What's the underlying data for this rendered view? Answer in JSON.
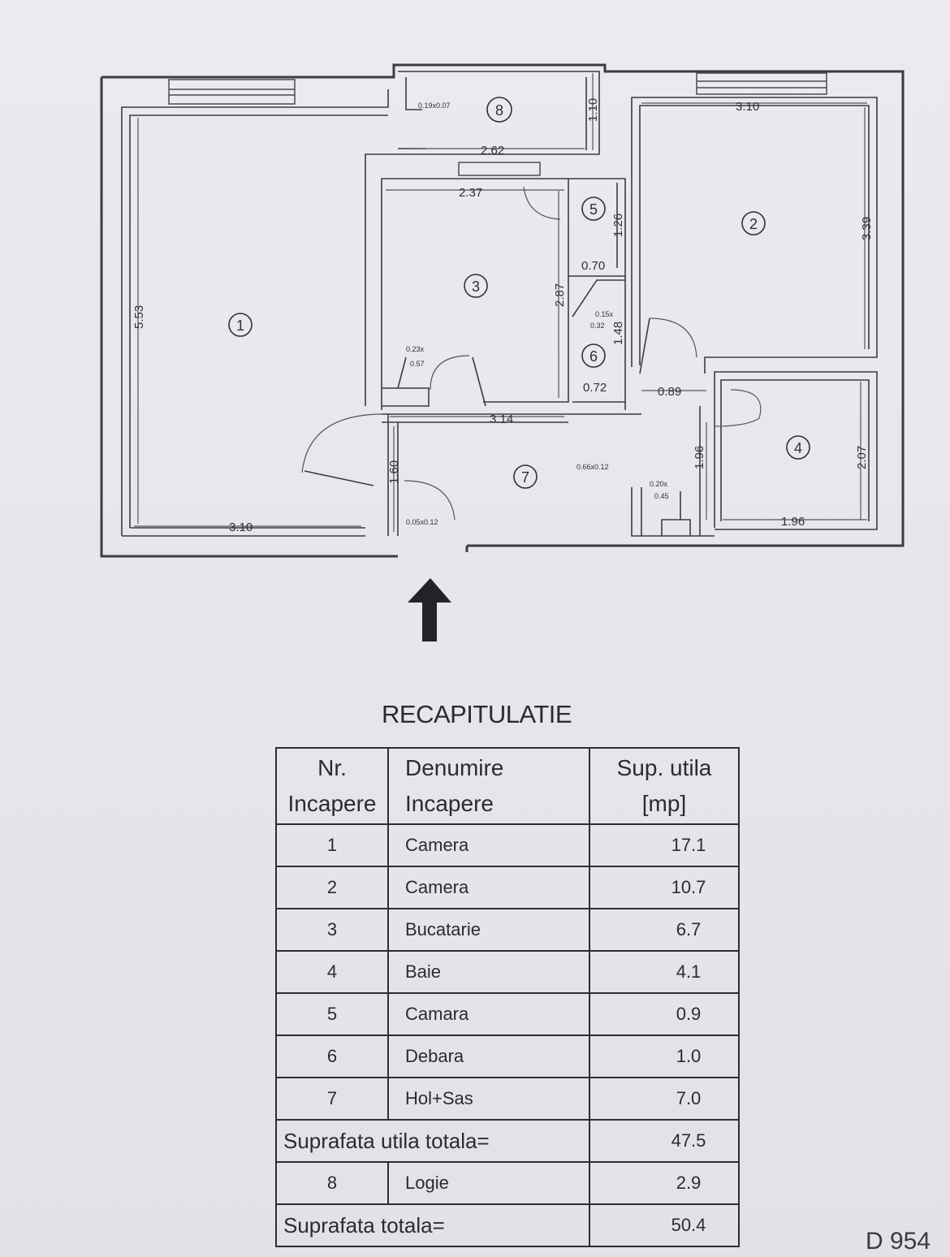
{
  "plan": {
    "rooms": [
      {
        "num": "1"
      },
      {
        "num": "2"
      },
      {
        "num": "3"
      },
      {
        "num": "4"
      },
      {
        "num": "5"
      },
      {
        "num": "6"
      },
      {
        "num": "7"
      },
      {
        "num": "8"
      }
    ],
    "dimensions": {
      "r1_height": "5.53",
      "r1_width": "3.10",
      "r8_width": "2.62",
      "r8_height": "1.10",
      "r8_note": "0.19x0.07",
      "r2_width": "3.10",
      "r2_height": "3.39",
      "r3_width": "2.37",
      "r3_height": "2.87",
      "r3_note_a": "0.23x",
      "r3_note_b": "0.57",
      "r5_height": "1.26",
      "r5_width": "0.70",
      "r6_note_a": "0.15x",
      "r6_note_b": "0.32",
      "r6_height": "1.48",
      "r6_width": "0.72",
      "hall_width": "3.14",
      "hall_height": "1.60",
      "hall_door": "0.89",
      "hall_note_a": "0.05x0.12",
      "hall_note_b": "0.66x0.12",
      "hall_note_c": "0.20x",
      "hall_note_d": "0.45",
      "r4_height": "2.07",
      "r4_width": "1.96",
      "r4_door": "1.96"
    }
  },
  "recap": {
    "title": "RECAPITULATIE",
    "headers": {
      "nr_a": "Nr.",
      "nr_b": "Incapere",
      "name_a": "Denumire",
      "name_b": "Incapere",
      "area_a": "Sup. utila",
      "area_b": "[mp]"
    },
    "rows": [
      {
        "nr": "1",
        "name": "Camera",
        "area": "17.1"
      },
      {
        "nr": "2",
        "name": "Camera",
        "area": "10.7"
      },
      {
        "nr": "3",
        "name": "Bucatarie",
        "area": "6.7"
      },
      {
        "nr": "4",
        "name": "Baie",
        "area": "4.1"
      },
      {
        "nr": "5",
        "name": "Camara",
        "area": "0.9"
      },
      {
        "nr": "6",
        "name": "Debara",
        "area": "1.0"
      },
      {
        "nr": "7",
        "name": "Hol+Sas",
        "area": "7.0"
      }
    ],
    "useful_total_label": "Suprafata utila totala=",
    "useful_total_value": "47.5",
    "logia": {
      "nr": "8",
      "name": "Logie",
      "area": "2.9"
    },
    "total_label": "Suprafata totala=",
    "total_value": "50.4"
  },
  "corner_code": "D 954"
}
